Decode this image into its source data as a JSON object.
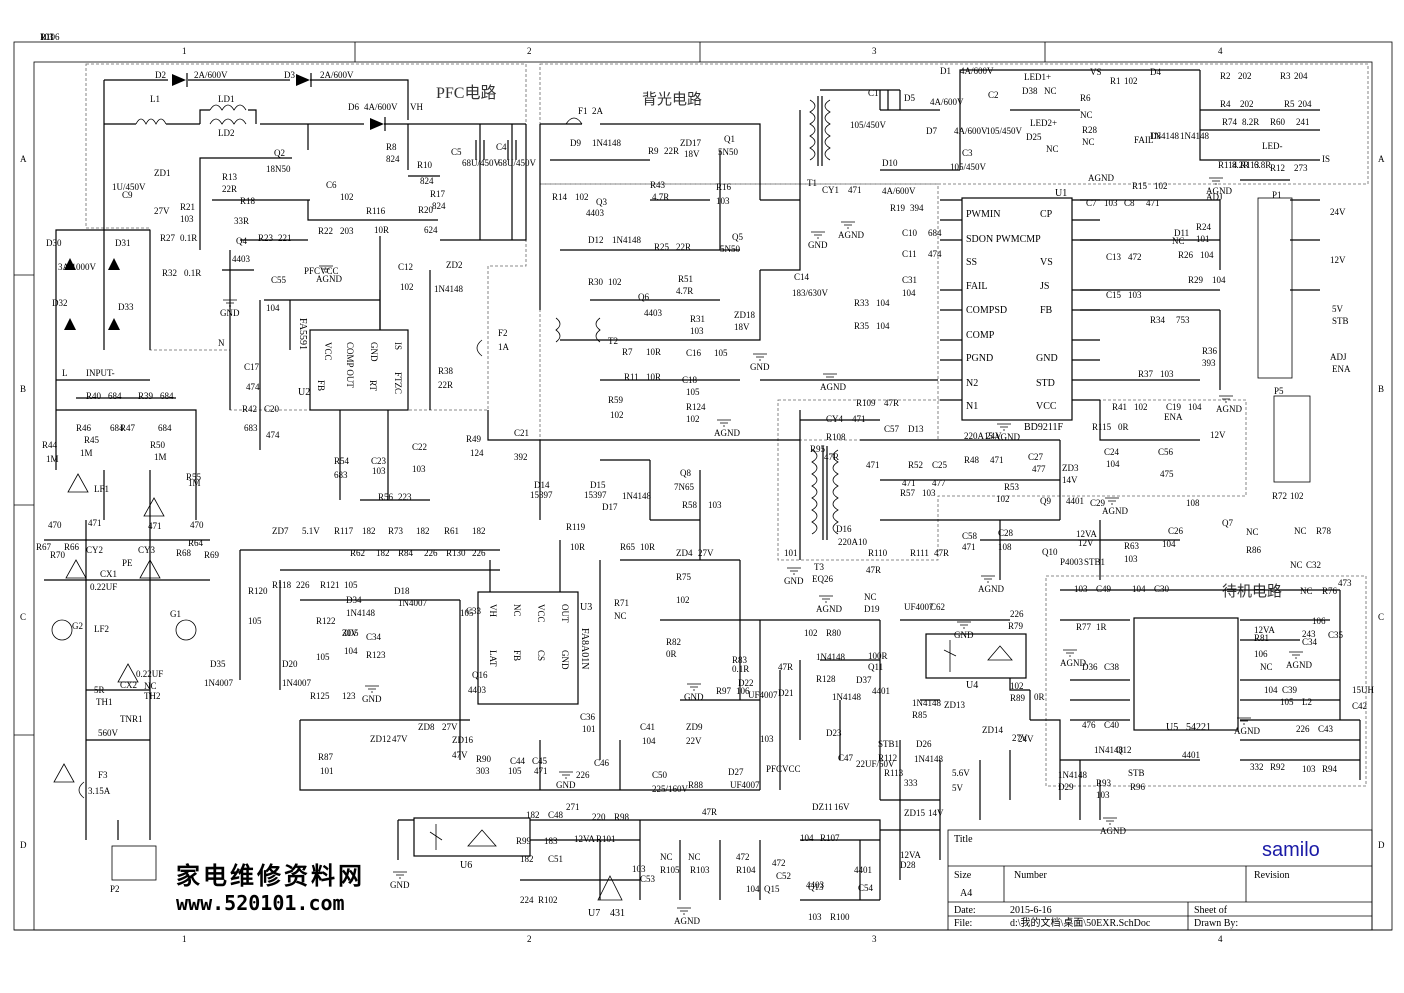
{
  "grid": {
    "columns": [
      "1",
      "2",
      "3",
      "4"
    ],
    "rows": [
      "A",
      "B",
      "C",
      "D"
    ]
  },
  "sections": {
    "pfc": "PFC电路",
    "backlight": "背光电路",
    "standby": "待机电路"
  },
  "ics": {
    "u1": {
      "ref": "U1",
      "pins_left": [
        "PWMIN",
        "SDON PWMCMP",
        "SS",
        "FAIL",
        "COMPSD",
        "COMP",
        "PGND",
        "N2",
        "N1"
      ],
      "pins_right": [
        "CP",
        "VS",
        "JS",
        "FB",
        "GND",
        "STD",
        "VCC"
      ],
      "part": "BD9211F"
    },
    "u2": {
      "ref": "U2",
      "part": "FA5591",
      "pins": [
        "VCC",
        "COMP OUT",
        "GND",
        "IS",
        "FB",
        "RT",
        "FTZC"
      ]
    },
    "u3": {
      "ref": "U3",
      "part": "FA8A01N",
      "pins": [
        "VH",
        "NC",
        "VCC",
        "OUT",
        "LAT",
        "FB",
        "CS",
        "GND"
      ]
    },
    "u4": {
      "ref": "U4"
    },
    "u5": {
      "ref": "U5",
      "part": "54221"
    },
    "u6": {
      "ref": "U6"
    },
    "u7": {
      "ref": "U7",
      "part": "431"
    }
  },
  "parts": [
    {
      "t": "D2"
    },
    {
      "t": "2A/600V"
    },
    {
      "t": "D3"
    },
    {
      "t": "2A/600V"
    },
    {
      "t": "L1"
    },
    {
      "t": "LD1"
    },
    {
      "t": "LD2"
    },
    {
      "t": "D6"
    },
    {
      "t": "4A/600V"
    },
    {
      "t": "VH"
    },
    {
      "t": "R8"
    },
    {
      "t": "824"
    },
    {
      "t": "R10"
    },
    {
      "t": "824"
    },
    {
      "t": "R17"
    },
    {
      "t": "824"
    },
    {
      "t": "R20"
    },
    {
      "t": "624"
    },
    {
      "t": "C5"
    },
    {
      "t": "68U/450V"
    },
    {
      "t": "C4"
    },
    {
      "t": "68U/450V"
    },
    {
      "t": "Q2"
    },
    {
      "t": "18N50"
    },
    {
      "t": "ZD1"
    },
    {
      "t": "27V"
    },
    {
      "t": "R13"
    },
    {
      "t": "22R"
    },
    {
      "t": "R21"
    },
    {
      "t": "103"
    },
    {
      "t": "R18"
    },
    {
      "t": "33R"
    },
    {
      "t": "C6"
    },
    {
      "t": "102"
    },
    {
      "t": "R22"
    },
    {
      "t": "203"
    },
    {
      "t": "R116"
    },
    {
      "t": "10R"
    },
    {
      "t": "R27"
    },
    {
      "t": "0.1R"
    },
    {
      "t": "R32"
    },
    {
      "t": "0.1R"
    },
    {
      "t": "Q4"
    },
    {
      "t": "4403"
    },
    {
      "t": "R23"
    },
    {
      "t": "221"
    },
    {
      "t": "C9"
    },
    {
      "t": "1U/450V"
    },
    {
      "t": "D30"
    },
    {
      "t": "D31"
    },
    {
      "t": "D32"
    },
    {
      "t": "D33"
    },
    {
      "t": "3A/1000V"
    },
    {
      "t": "C55"
    },
    {
      "t": "104"
    },
    {
      "t": "PFCVCC"
    },
    {
      "t": "C12"
    },
    {
      "t": "102"
    },
    {
      "t": "ZD2"
    },
    {
      "t": "1N4148"
    },
    {
      "t": "C17"
    },
    {
      "t": "474"
    },
    {
      "t": "R42"
    },
    {
      "t": "683"
    },
    {
      "t": "C20"
    },
    {
      "t": "474"
    },
    {
      "t": "R38"
    },
    {
      "t": "22R"
    },
    {
      "t": "R54"
    },
    {
      "t": "683"
    },
    {
      "t": "C23"
    },
    {
      "t": "103"
    },
    {
      "t": "C22"
    },
    {
      "t": "103"
    },
    {
      "t": "R56"
    },
    {
      "t": "223"
    },
    {
      "t": "L"
    },
    {
      "t": "N"
    },
    {
      "t": "INPUT-"
    },
    {
      "t": "R40"
    },
    {
      "t": "684"
    },
    {
      "t": "R39"
    },
    {
      "t": "684"
    },
    {
      "t": "R46"
    },
    {
      "t": "684"
    },
    {
      "t": "R47"
    },
    {
      "t": "684"
    },
    {
      "t": "R44"
    },
    {
      "t": "1M"
    },
    {
      "t": "R45"
    },
    {
      "t": "1M"
    },
    {
      "t": "R50"
    },
    {
      "t": "1M"
    },
    {
      "t": "R55"
    },
    {
      "t": "1M"
    },
    {
      "t": "LF1"
    },
    {
      "t": "CY2"
    },
    {
      "t": "471"
    },
    {
      "t": "CY3"
    },
    {
      "t": "471"
    },
    {
      "t": "PE"
    },
    {
      "t": "CX1"
    },
    {
      "t": "0.22UF"
    },
    {
      "t": "R67"
    },
    {
      "t": "470"
    },
    {
      "t": "R66"
    },
    {
      "t": "R70"
    },
    {
      "t": "R68"
    },
    {
      "t": "470"
    },
    {
      "t": "R64"
    },
    {
      "t": "R69"
    },
    {
      "t": "G1"
    },
    {
      "t": "G2"
    },
    {
      "t": "LF2"
    },
    {
      "t": "CX2"
    },
    {
      "t": "0.22UF"
    },
    {
      "t": "TH1"
    },
    {
      "t": "5R"
    },
    {
      "t": "TH2"
    },
    {
      "t": "NC"
    },
    {
      "t": "TNR1"
    },
    {
      "t": "560V"
    },
    {
      "t": "F3"
    },
    {
      "t": "3.15A"
    },
    {
      "t": "P2"
    },
    {
      "t": "F1"
    },
    {
      "t": "2A"
    },
    {
      "t": "D9"
    },
    {
      "t": "1N4148"
    },
    {
      "t": "R9"
    },
    {
      "t": "22R"
    },
    {
      "t": "ZD17"
    },
    {
      "t": "18V"
    },
    {
      "t": "Q1"
    },
    {
      "t": "5N50"
    },
    {
      "t": "R14"
    },
    {
      "t": "102"
    },
    {
      "t": "Q3"
    },
    {
      "t": "4403"
    },
    {
      "t": "R43"
    },
    {
      "t": "4.7R"
    },
    {
      "t": "R16"
    },
    {
      "t": "103"
    },
    {
      "t": "D12"
    },
    {
      "t": "1N4148"
    },
    {
      "t": "R25"
    },
    {
      "t": "22R"
    },
    {
      "t": "Q5"
    },
    {
      "t": "5N50"
    },
    {
      "t": "R30"
    },
    {
      "t": "102"
    },
    {
      "t": "Q6"
    },
    {
      "t": "4403"
    },
    {
      "t": "R51"
    },
    {
      "t": "4.7R"
    },
    {
      "t": "R31"
    },
    {
      "t": "103"
    },
    {
      "t": "ZD18"
    },
    {
      "t": "18V"
    },
    {
      "t": "C14"
    },
    {
      "t": "183/630V"
    },
    {
      "t": "F2"
    },
    {
      "t": "1A"
    },
    {
      "t": "T2"
    },
    {
      "t": "R7"
    },
    {
      "t": "10R"
    },
    {
      "t": "R11"
    },
    {
      "t": "10R"
    },
    {
      "t": "R59"
    },
    {
      "t": "102"
    },
    {
      "t": "C16"
    },
    {
      "t": "105"
    },
    {
      "t": "C18"
    },
    {
      "t": "105"
    },
    {
      "t": "R124"
    },
    {
      "t": "102"
    },
    {
      "t": "T1"
    },
    {
      "t": "CY1"
    },
    {
      "t": "471"
    },
    {
      "t": "C1"
    },
    {
      "t": "105/450V"
    },
    {
      "t": "D1"
    },
    {
      "t": "4A/600V"
    },
    {
      "t": "D5"
    },
    {
      "t": "4A/600V"
    },
    {
      "t": "C2"
    },
    {
      "t": "105/450V"
    },
    {
      "t": "D7"
    },
    {
      "t": "4A/600V"
    },
    {
      "t": "D10"
    },
    {
      "t": "4A/600V"
    },
    {
      "t": "C3"
    },
    {
      "t": "105/450V"
    },
    {
      "t": "LED1+"
    },
    {
      "t": "LED2+"
    },
    {
      "t": "D38"
    },
    {
      "t": "NC"
    },
    {
      "t": "D25"
    },
    {
      "t": "NC"
    },
    {
      "t": "R6"
    },
    {
      "t": "NC"
    },
    {
      "t": "R28"
    },
    {
      "t": "NC"
    },
    {
      "t": "FAIL"
    },
    {
      "t": "AGND"
    },
    {
      "t": "VS"
    },
    {
      "t": "R1"
    },
    {
      "t": "102"
    },
    {
      "t": "D4"
    },
    {
      "t": "1N4148"
    },
    {
      "t": "D8"
    },
    {
      "t": "1N4148"
    },
    {
      "t": "R2"
    },
    {
      "t": "202"
    },
    {
      "t": "R3"
    },
    {
      "t": "204"
    },
    {
      "t": "R4"
    },
    {
      "t": "202"
    },
    {
      "t": "R5"
    },
    {
      "t": "204"
    },
    {
      "t": "R74"
    },
    {
      "t": "8.2R"
    },
    {
      "t": "R60"
    },
    {
      "t": "241"
    },
    {
      "t": "R114"
    },
    {
      "t": "8.2R"
    },
    {
      "t": "R113"
    },
    {
      "t": "6.8R"
    },
    {
      "t": "R12"
    },
    {
      "t": "273"
    },
    {
      "t": "LED-"
    },
    {
      "t": "IS"
    },
    {
      "t": "R19"
    },
    {
      "t": "394"
    },
    {
      "t": "C10"
    },
    {
      "t": "684"
    },
    {
      "t": "C11"
    },
    {
      "t": "474"
    },
    {
      "t": "C31"
    },
    {
      "t": "104"
    },
    {
      "t": "R33"
    },
    {
      "t": "104"
    },
    {
      "t": "R35"
    },
    {
      "t": "104"
    },
    {
      "t": "C7"
    },
    {
      "t": "103"
    },
    {
      "t": "C8"
    },
    {
      "t": "471"
    },
    {
      "t": "R15"
    },
    {
      "t": "102"
    },
    {
      "t": "ADJ"
    },
    {
      "t": "D11"
    },
    {
      "t": "NC"
    },
    {
      "t": "R24"
    },
    {
      "t": "101"
    },
    {
      "t": "R26"
    },
    {
      "t": "104"
    },
    {
      "t": "C13"
    },
    {
      "t": "472"
    },
    {
      "t": "C15"
    },
    {
      "t": "103"
    },
    {
      "t": "R29"
    },
    {
      "t": "104"
    },
    {
      "t": "R34"
    },
    {
      "t": "753"
    },
    {
      "t": "R36"
    },
    {
      "t": "393"
    },
    {
      "t": "R37"
    },
    {
      "t": "103"
    },
    {
      "t": "R41"
    },
    {
      "t": "102"
    },
    {
      "t": "C19"
    },
    {
      "t": "104"
    },
    {
      "t": "ENA"
    },
    {
      "t": "R115"
    },
    {
      "t": "0R"
    },
    {
      "t": "12V"
    },
    {
      "t": "C24"
    },
    {
      "t": "104"
    },
    {
      "t": "C56"
    },
    {
      "t": "475"
    },
    {
      "t": "P1"
    },
    {
      "t": "24V"
    },
    {
      "t": "12V"
    },
    {
      "t": "5V"
    },
    {
      "t": "STB"
    },
    {
      "t": "ADJ"
    },
    {
      "t": "ENA"
    },
    {
      "t": "P5"
    },
    {
      "t": "R49"
    },
    {
      "t": "124"
    },
    {
      "t": "C21"
    },
    {
      "t": "392"
    },
    {
      "t": "D14"
    },
    {
      "t": "15397"
    },
    {
      "t": "D15"
    },
    {
      "t": "15397"
    },
    {
      "t": "Q8"
    },
    {
      "t": "7N65"
    },
    {
      "t": "D17"
    },
    {
      "t": "1N4148"
    },
    {
      "t": "R58"
    },
    {
      "t": "103"
    },
    {
      "t": "R119"
    },
    {
      "t": "10R"
    },
    {
      "t": "R65"
    },
    {
      "t": "10R"
    },
    {
      "t": "ZD4"
    },
    {
      "t": "27V"
    },
    {
      "t": "R75"
    },
    {
      "t": "102"
    },
    {
      "t": "R71"
    },
    {
      "t": "NC"
    },
    {
      "t": "R82"
    },
    {
      "t": "0R"
    },
    {
      "t": "R83"
    },
    {
      "t": "0.1R"
    },
    {
      "t": "ZD7"
    },
    {
      "t": "5.1V"
    },
    {
      "t": "R117"
    },
    {
      "t": "182"
    },
    {
      "t": "R73"
    },
    {
      "t": "182"
    },
    {
      "t": "R61"
    },
    {
      "t": "182"
    },
    {
      "t": "R62"
    },
    {
      "t": "182"
    },
    {
      "t": "R84"
    },
    {
      "t": "226"
    },
    {
      "t": "R130"
    },
    {
      "t": "226"
    },
    {
      "t": "R118"
    },
    {
      "t": "226"
    },
    {
      "t": "R121"
    },
    {
      "t": "105"
    },
    {
      "t": "R120"
    },
    {
      "t": "105"
    },
    {
      "t": "D35"
    },
    {
      "t": "1N4007"
    },
    {
      "t": "D20"
    },
    {
      "t": "1N4007"
    },
    {
      "t": "D18"
    },
    {
      "t": "1N4007"
    },
    {
      "t": "D34"
    },
    {
      "t": "1N4148"
    },
    {
      "t": "R122"
    },
    {
      "t": "105"
    },
    {
      "t": "ZD5"
    },
    {
      "t": "30V"
    },
    {
      "t": "C34"
    },
    {
      "t": "104"
    },
    {
      "t": "R123"
    },
    {
      "t": "C33"
    },
    {
      "t": "105"
    },
    {
      "t": "Q16"
    },
    {
      "t": "4403"
    },
    {
      "t": "R125"
    },
    {
      "t": "123"
    },
    {
      "t": "ZD12"
    },
    {
      "t": "47V"
    },
    {
      "t": "ZD8"
    },
    {
      "t": "27V"
    },
    {
      "t": "R87"
    },
    {
      "t": "101"
    },
    {
      "t": "ZD16"
    },
    {
      "t": "47V"
    },
    {
      "t": "R90"
    },
    {
      "t": "303"
    },
    {
      "t": "C44"
    },
    {
      "t": "105"
    },
    {
      "t": "C45"
    },
    {
      "t": "471"
    },
    {
      "t": "C36"
    },
    {
      "t": "101"
    },
    {
      "t": "C41"
    },
    {
      "t": "104"
    },
    {
      "t": "ZD9"
    },
    {
      "t": "22V"
    },
    {
      "t": "C46"
    },
    {
      "t": "226"
    },
    {
      "t": "C50"
    },
    {
      "t": "225/160V"
    },
    {
      "t": "R97"
    },
    {
      "t": "106"
    },
    {
      "t": "D22"
    },
    {
      "t": "UF4007"
    },
    {
      "t": "R88"
    },
    {
      "t": "47R"
    },
    {
      "t": "D27"
    },
    {
      "t": "UF4007"
    },
    {
      "t": "R95"
    },
    {
      "t": "101"
    },
    {
      "t": "T3"
    },
    {
      "t": "EQ26"
    },
    {
      "t": "CY4"
    },
    {
      "t": "471"
    },
    {
      "t": "R108"
    },
    {
      "t": "47R"
    },
    {
      "t": "R109"
    },
    {
      "t": "47R"
    },
    {
      "t": "C57"
    },
    {
      "t": "471"
    },
    {
      "t": "D13"
    },
    {
      "t": "220A15"
    },
    {
      "t": "24V"
    },
    {
      "t": "R48"
    },
    {
      "t": "471"
    },
    {
      "t": "R52"
    },
    {
      "t": "471"
    },
    {
      "t": "C25"
    },
    {
      "t": "477"
    },
    {
      "t": "C27"
    },
    {
      "t": "477"
    },
    {
      "t": "ZD3"
    },
    {
      "t": "14V"
    },
    {
      "t": "R53"
    },
    {
      "t": "102"
    },
    {
      "t": "Q9"
    },
    {
      "t": "4401"
    },
    {
      "t": "R57"
    },
    {
      "t": "103"
    },
    {
      "t": "D16"
    },
    {
      "t": "220A10"
    },
    {
      "t": "R110"
    },
    {
      "t": "47R"
    },
    {
      "t": "R111"
    },
    {
      "t": "47R"
    },
    {
      "t": "C58"
    },
    {
      "t": "471"
    },
    {
      "t": "C28"
    },
    {
      "t": "108"
    },
    {
      "t": "C29"
    },
    {
      "t": "108"
    },
    {
      "t": "12VA"
    },
    {
      "t": "12V"
    },
    {
      "t": "R63"
    },
    {
      "t": "103"
    },
    {
      "t": "C26"
    },
    {
      "t": "104"
    },
    {
      "t": "Q10"
    },
    {
      "t": "P4003"
    },
    {
      "t": "STB1"
    },
    {
      "t": "R72"
    },
    {
      "t": "102"
    },
    {
      "t": "Q7"
    },
    {
      "t": "NC"
    },
    {
      "t": "R86"
    },
    {
      "t": "NC"
    },
    {
      "t": "R78"
    },
    {
      "t": "NC"
    },
    {
      "t": "C32"
    },
    {
      "t": "NC"
    },
    {
      "t": "D19"
    },
    {
      "t": "UF4007"
    },
    {
      "t": "C62"
    },
    {
      "t": "226"
    },
    {
      "t": "R79"
    },
    {
      "t": "102"
    },
    {
      "t": "R80"
    },
    {
      "t": "47R"
    },
    {
      "t": "D21"
    },
    {
      "t": "1N4148"
    },
    {
      "t": "R128"
    },
    {
      "t": "100R"
    },
    {
      "t": "Q11"
    },
    {
      "t": "4401"
    },
    {
      "t": "D37"
    },
    {
      "t": "1N4148"
    },
    {
      "t": "D23"
    },
    {
      "t": "1N4148"
    },
    {
      "t": "R85"
    },
    {
      "t": "102"
    },
    {
      "t": "R89"
    },
    {
      "t": "0R"
    },
    {
      "t": "STB1"
    },
    {
      "t": "R112"
    },
    {
      "t": "103"
    },
    {
      "t": "PFCVCC"
    },
    {
      "t": "C47"
    },
    {
      "t": "22UF/50V"
    },
    {
      "t": "DZ11"
    },
    {
      "t": "16V"
    },
    {
      "t": "R113"
    },
    {
      "t": "333"
    },
    {
      "t": "D26"
    },
    {
      "t": "1N4148"
    },
    {
      "t": "ZD13"
    },
    {
      "t": "5.6V"
    },
    {
      "t": "5V"
    },
    {
      "t": "ZD14"
    },
    {
      "t": "27V"
    },
    {
      "t": "24V"
    },
    {
      "t": "ZD15"
    },
    {
      "t": "14V"
    },
    {
      "t": "12VA"
    },
    {
      "t": "D28"
    },
    {
      "t": "1N4148"
    },
    {
      "t": "D29"
    },
    {
      "t": "1N4148"
    },
    {
      "t": "Q12"
    },
    {
      "t": "4401"
    },
    {
      "t": "R93"
    },
    {
      "t": "103"
    },
    {
      "t": "STB"
    },
    {
      "t": "R96"
    },
    {
      "t": "103"
    },
    {
      "t": "C49"
    },
    {
      "t": "104"
    },
    {
      "t": "C30"
    },
    {
      "t": "NC"
    },
    {
      "t": "R76"
    },
    {
      "t": "473"
    },
    {
      "t": "R77"
    },
    {
      "t": "1R"
    },
    {
      "t": "12VA"
    },
    {
      "t": "R81"
    },
    {
      "t": "243"
    },
    {
      "t": "C34"
    },
    {
      "t": "106"
    },
    {
      "t": "C35"
    },
    {
      "t": "106"
    },
    {
      "t": "NC"
    },
    {
      "t": "D36"
    },
    {
      "t": "C38"
    },
    {
      "t": "104"
    },
    {
      "t": "C39"
    },
    {
      "t": "105"
    },
    {
      "t": "L2"
    },
    {
      "t": "15UH"
    },
    {
      "t": "C42"
    },
    {
      "t": "476"
    },
    {
      "t": "C40"
    },
    {
      "t": "226"
    },
    {
      "t": "C43"
    },
    {
      "t": "332"
    },
    {
      "t": "R92"
    },
    {
      "t": "103"
    },
    {
      "t": "R94"
    },
    {
      "t": "182"
    },
    {
      "t": "C48"
    },
    {
      "t": "220"
    },
    {
      "t": "R98"
    },
    {
      "t": "271"
    },
    {
      "t": "R99"
    },
    {
      "t": "183"
    },
    {
      "t": "12VA"
    },
    {
      "t": "R101"
    },
    {
      "t": "182"
    },
    {
      "t": "C51"
    },
    {
      "t": "224"
    },
    {
      "t": "R102"
    },
    {
      "t": "103"
    },
    {
      "t": "C53"
    },
    {
      "t": "NC"
    },
    {
      "t": "R105"
    },
    {
      "t": "NC"
    },
    {
      "t": "R103"
    },
    {
      "t": "472"
    },
    {
      "t": "R104"
    },
    {
      "t": "472"
    },
    {
      "t": "C52"
    },
    {
      "t": "104"
    },
    {
      "t": "Q15"
    },
    {
      "t": "4403"
    },
    {
      "t": "Q13"
    },
    {
      "t": "4401"
    },
    {
      "t": "C54"
    },
    {
      "t": "104"
    },
    {
      "t": "R107"
    },
    {
      "t": "103"
    },
    {
      "t": "R100"
    },
    {
      "t": "103"
    },
    {
      "t": "R106"
    },
    {
      "t": "101"
    }
  ],
  "grounds": [
    "GND",
    "AGND"
  ],
  "titleblock": {
    "title_label": "Title",
    "company": "samilo",
    "size_label": "Size",
    "size_value": "A4",
    "number_label": "Number",
    "revision_label": "Revision",
    "date_label": "Date:",
    "date_value": "2015-6-16",
    "file_label": "File:",
    "file_value": "d:\\我的文档\\桌面\\50EXR.SchDoc",
    "sheet_label": "Sheet of",
    "drawn_label": "Drawn By:"
  },
  "watermark": {
    "line1": "家电维修资料网",
    "line2": "www.520101.com"
  }
}
